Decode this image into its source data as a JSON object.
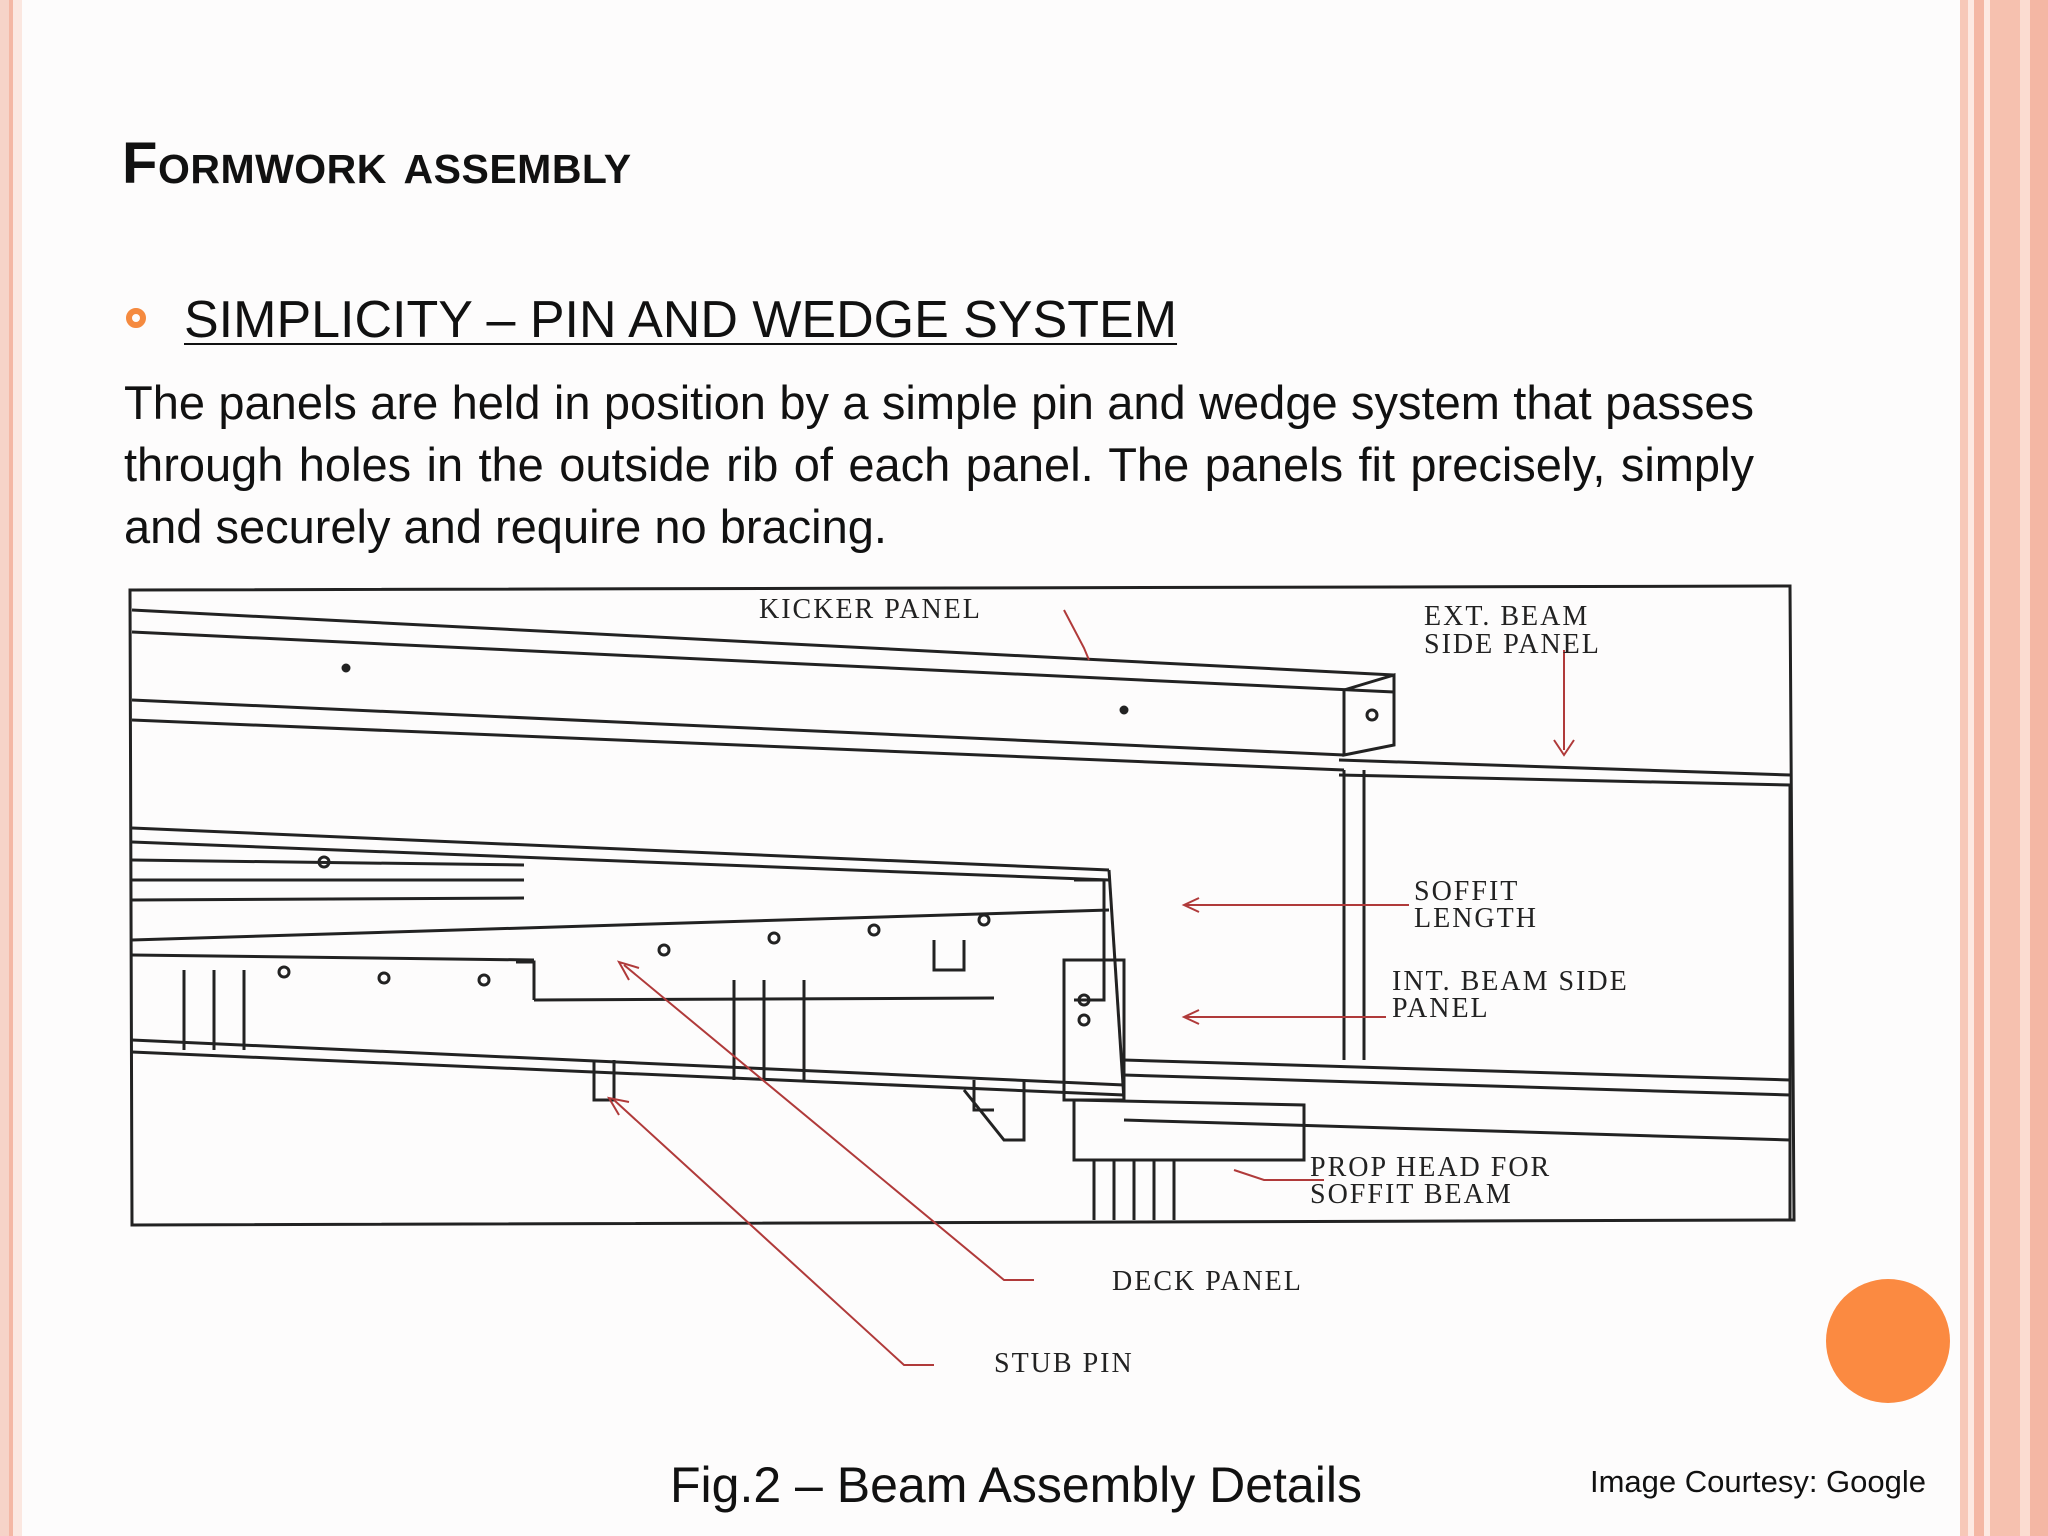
{
  "slide": {
    "title": "Formwork assembly",
    "bullet_heading": "SIMPLICITY – PIN AND WEDGE SYSTEM",
    "body": "The panels are held in position by a simple pin and wedge system that passes through holes in the outside rib of each panel. The panels fit precisely, simply and securely and require no bracing.",
    "caption": "Fig.2 – Beam Assembly Details",
    "courtesy": "Image Courtesy: Google"
  },
  "figure_labels": {
    "kicker_panel": "KICKER PANEL",
    "ext_beam_line1": "EXT. BEAM",
    "ext_beam_line2": "SIDE PANEL",
    "soffit_line1": "SOFFIT",
    "soffit_line2": "LENGTH",
    "int_beam_line1": "INT. BEAM SIDE",
    "int_beam_line2": "PANEL",
    "prop_head_line1": "PROP HEAD FOR",
    "prop_head_line2": "SOFFIT BEAM",
    "deck_panel": "DECK PANEL",
    "stub_pin": "STUB PIN"
  },
  "colors": {
    "accent": "#f58a3f",
    "leader_lines": "#b03a3a"
  }
}
